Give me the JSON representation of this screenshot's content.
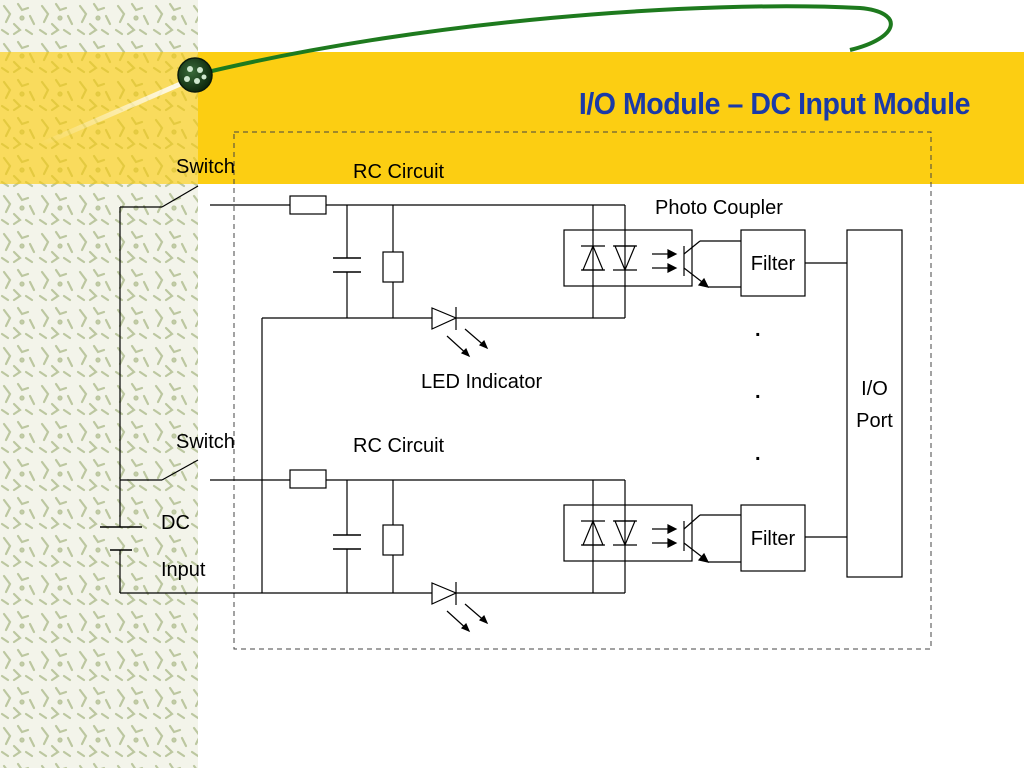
{
  "title": "I/O Module – DC Input Module",
  "colors": {
    "banner": "#fccb05",
    "sidebar_pattern": "#bcc7a0",
    "sidebar_bg": "#f3f4ea",
    "title": "#1a3aa8",
    "swoosh": "#1e7a1e"
  },
  "labels": {
    "switch_top": "Switch",
    "rc_top": "RC Circuit",
    "photo_coupler": "Photo Coupler",
    "filter_top": "Filter",
    "led_indicator": "LED Indicator",
    "io_port_line1": "I/O",
    "io_port_line2": "Port",
    "switch_bottom": "Switch",
    "rc_bottom": "RC Circuit",
    "filter_bottom": "Filter",
    "dc": "DC",
    "input": "Input",
    "ellipsis_dot": "."
  }
}
